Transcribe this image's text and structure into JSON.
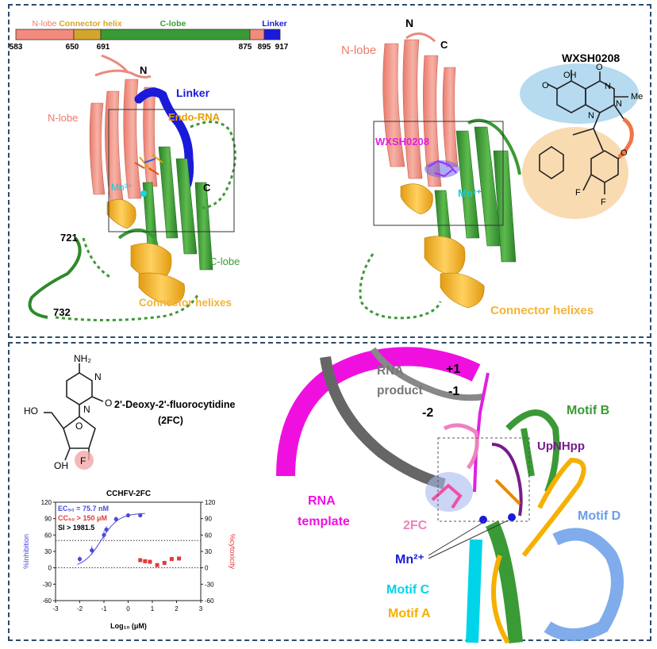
{
  "domain_bar": {
    "labels": [
      "N-lobe",
      "Connector helix",
      "C-lobe",
      "Linker"
    ],
    "ticks": [
      "583",
      "650",
      "691",
      "875",
      "895",
      "917"
    ],
    "colors": {
      "nlobe": "#f28b7d",
      "connector": "#d4a52a",
      "clobe": "#3a9a35",
      "linker": "#1a1adb"
    }
  },
  "panel_a": {
    "labels": {
      "n": "N",
      "c": "C",
      "linker": "Linker",
      "nlobe": "N-lobe",
      "endo_rna": "Endo-RNA",
      "mn": "Mn²⁺",
      "res721": "721",
      "res732": "732",
      "clobe": "C-lobe",
      "connector": "Connector helixes"
    }
  },
  "panel_b": {
    "labels": {
      "n": "N",
      "c": "C",
      "nlobe": "N-lobe",
      "ligand": "WXSH0208",
      "mn": "Mn²⁺",
      "connector": "Connector helixes",
      "compound_title": "WXSH0208"
    },
    "atoms": {
      "oh": "OH",
      "o1": "O",
      "o2": "O",
      "n1": "N",
      "n2": "N",
      "n3": "N",
      "me": "Me",
      "o3": "O",
      "f1": "F",
      "f2": "F"
    }
  },
  "panel_c": {
    "structure": {
      "nh2": "NH₂",
      "n1": "N",
      "n2": "N",
      "o1": "O",
      "ho": "HO",
      "o2": "O",
      "oh": "OH",
      "f": "F"
    },
    "compound_name": "2'-Deoxy-2'-fluorocytidine",
    "compound_abbr": "(2FC)",
    "chart_title": "CCHFV-2FC",
    "ec50": "EC₅₀ = 75.7 nM",
    "cc50": "CC₅₀ > 150 μM",
    "si": "SI > 1981.5",
    "ylabel_left": "%Inhibition",
    "ylabel_right": "%cytoxicity",
    "xlabel": "Log₁₀ (μM)"
  },
  "panel_d": {
    "labels": {
      "rna_product": "RNA\nproduct",
      "p1": "+1",
      "m1": "-1",
      "m2": "-2",
      "motif_b": "Motif B",
      "upnhpp": "UpNHpp",
      "rna_template": "RNA\ntemplate",
      "fc": "2FC",
      "motif_d": "Motif D",
      "mn": "Mn²⁺",
      "motif_c": "Motif C",
      "motif_a": "Motif A"
    }
  },
  "chart_data": {
    "type": "scatter",
    "title": "CCHFV-2FC",
    "xlabel": "Log₁₀ (μM)",
    "ylabel": "%Inhibition",
    "y2label": "%cytoxicity",
    "xlim": [
      -3,
      3
    ],
    "ylim": [
      -60,
      120
    ],
    "y2lim": [
      -60,
      120
    ],
    "xticks": [
      -3,
      -2,
      -1,
      0,
      1,
      2,
      3
    ],
    "yticks": [
      -60,
      -30,
      0,
      30,
      60,
      90,
      120
    ],
    "reference_lines": [
      50,
      0
    ],
    "series": [
      {
        "name": "EC₅₀ = 75.7 nM",
        "color": "#4a4ad8",
        "x": [
          -2.0,
          -1.5,
          -1.0,
          -0.9,
          -0.5,
          0.0,
          0.5
        ],
        "y": [
          16,
          32,
          60,
          70,
          89,
          96,
          96
        ],
        "err": [
          5,
          8,
          8,
          6,
          5,
          3,
          2
        ],
        "fit": true
      },
      {
        "name": "CC₅₀ > 150 μM",
        "color": "#e23a3a",
        "x": [
          0.5,
          0.7,
          0.9,
          1.2,
          1.5,
          1.8,
          2.1
        ],
        "y": [
          14,
          12,
          11,
          5,
          9,
          16,
          17
        ],
        "err": [
          2,
          2,
          2,
          3,
          3,
          3,
          2
        ]
      }
    ]
  }
}
